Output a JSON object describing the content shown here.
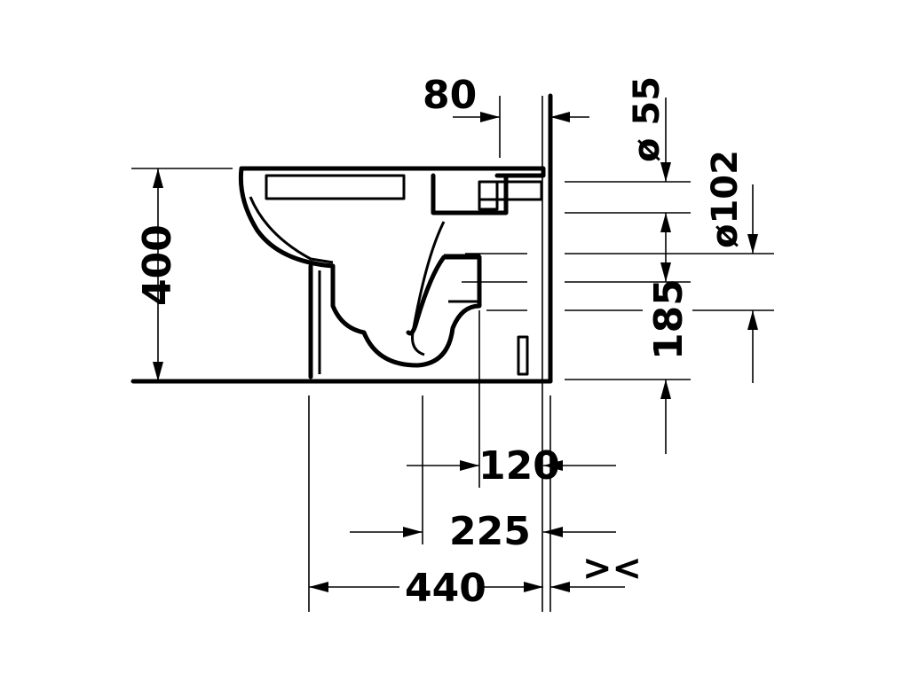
{
  "dimensions": {
    "height_total": "400",
    "outlet_spacing": "80",
    "diameter_inlet": "ø 55",
    "diameter_outlet": "ø102",
    "outlet_height": "185",
    "outlet_offset": "120",
    "axis_offset": "225",
    "total_length": "440",
    "wall_gap_symbol": "><"
  }
}
